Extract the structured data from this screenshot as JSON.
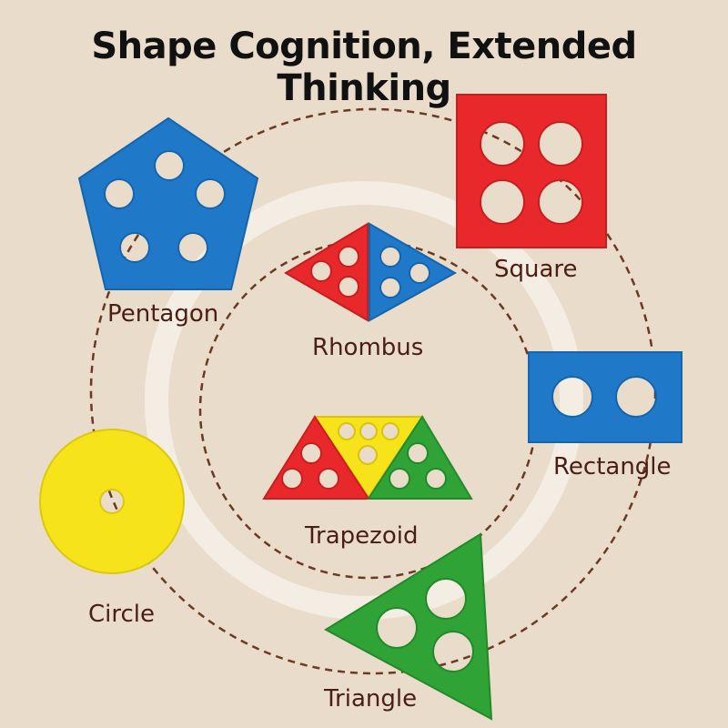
{
  "title": "Shape Cognition, Extended Thinking",
  "labels": {
    "pentagon": "Pentagon",
    "square": "Square",
    "rhombus": "Rhombus",
    "rectangle": "Rectangle",
    "trapezoid": "Trapezoid",
    "circle": "Circle",
    "triangle": "Triangle"
  },
  "colors": {
    "background": "#e9dccb",
    "ring": "#f4ede4",
    "dashed_line": "#6b3a22",
    "red": "#e8282a",
    "blue": "#1f79c8",
    "yellow": "#f6e31a",
    "green": "#2fa336",
    "label": "#4a1e12"
  }
}
